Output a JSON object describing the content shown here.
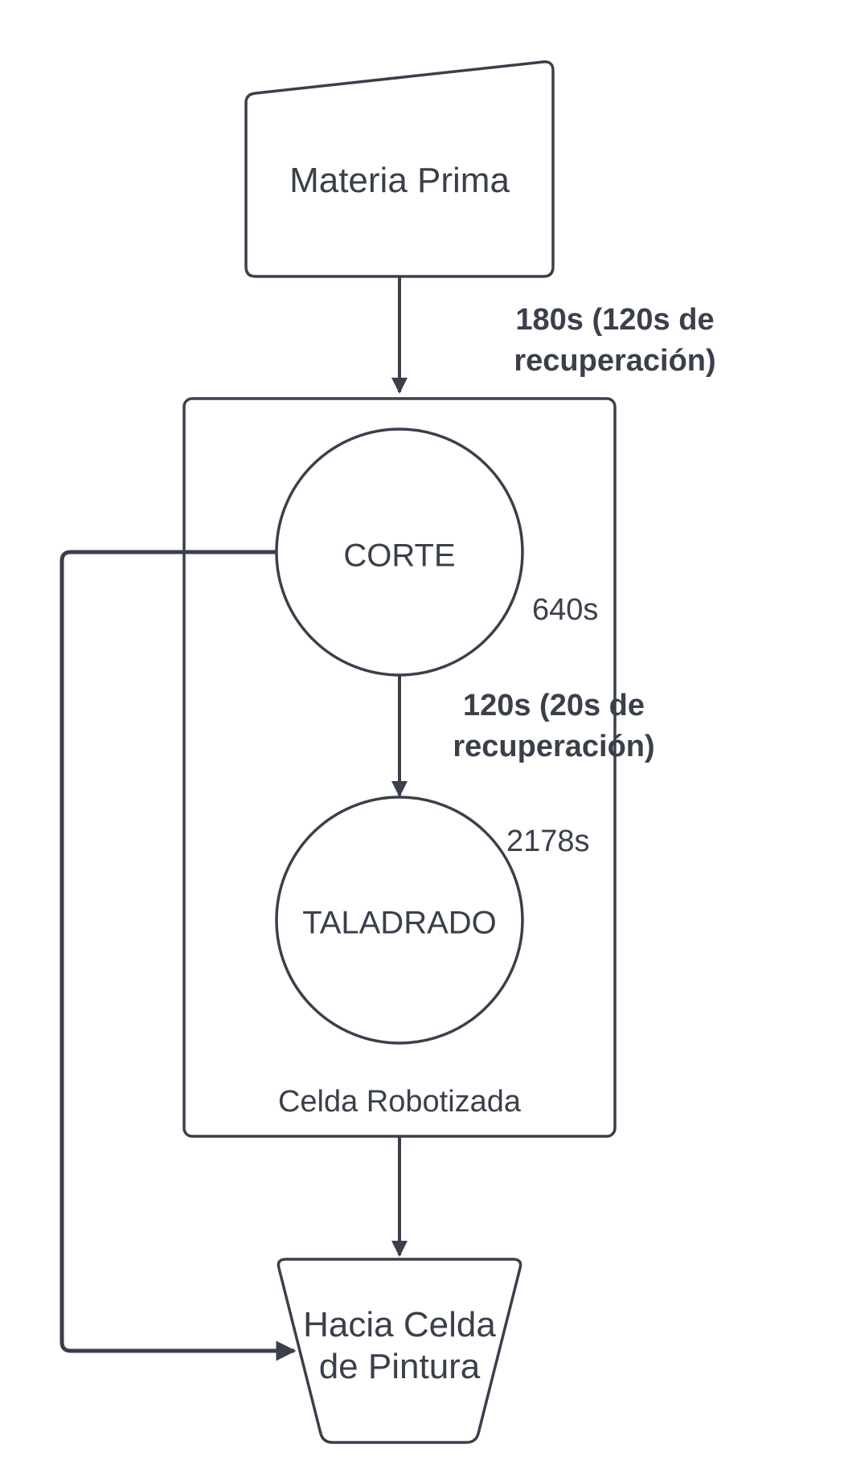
{
  "colors": {
    "stroke": "#3a3f4b",
    "text": "#3a3f4b",
    "background": "#ffffff"
  },
  "nodes": {
    "source": {
      "label": "Materia Prima"
    },
    "container": {
      "label": "Celda Robotizada"
    },
    "cut": {
      "label": "CORTE",
      "time": "640s"
    },
    "drill": {
      "label": "TALADRADO",
      "time": "2178s"
    },
    "destination": {
      "label_line1": "Hacia Celda",
      "label_line2": "de Pintura"
    }
  },
  "edges": {
    "source_to_cell": {
      "line1": "180s (120s de",
      "line2": "recuperación)"
    },
    "cut_to_drill": {
      "line1": "120s (20s de",
      "line2": "recuperación)"
    }
  }
}
